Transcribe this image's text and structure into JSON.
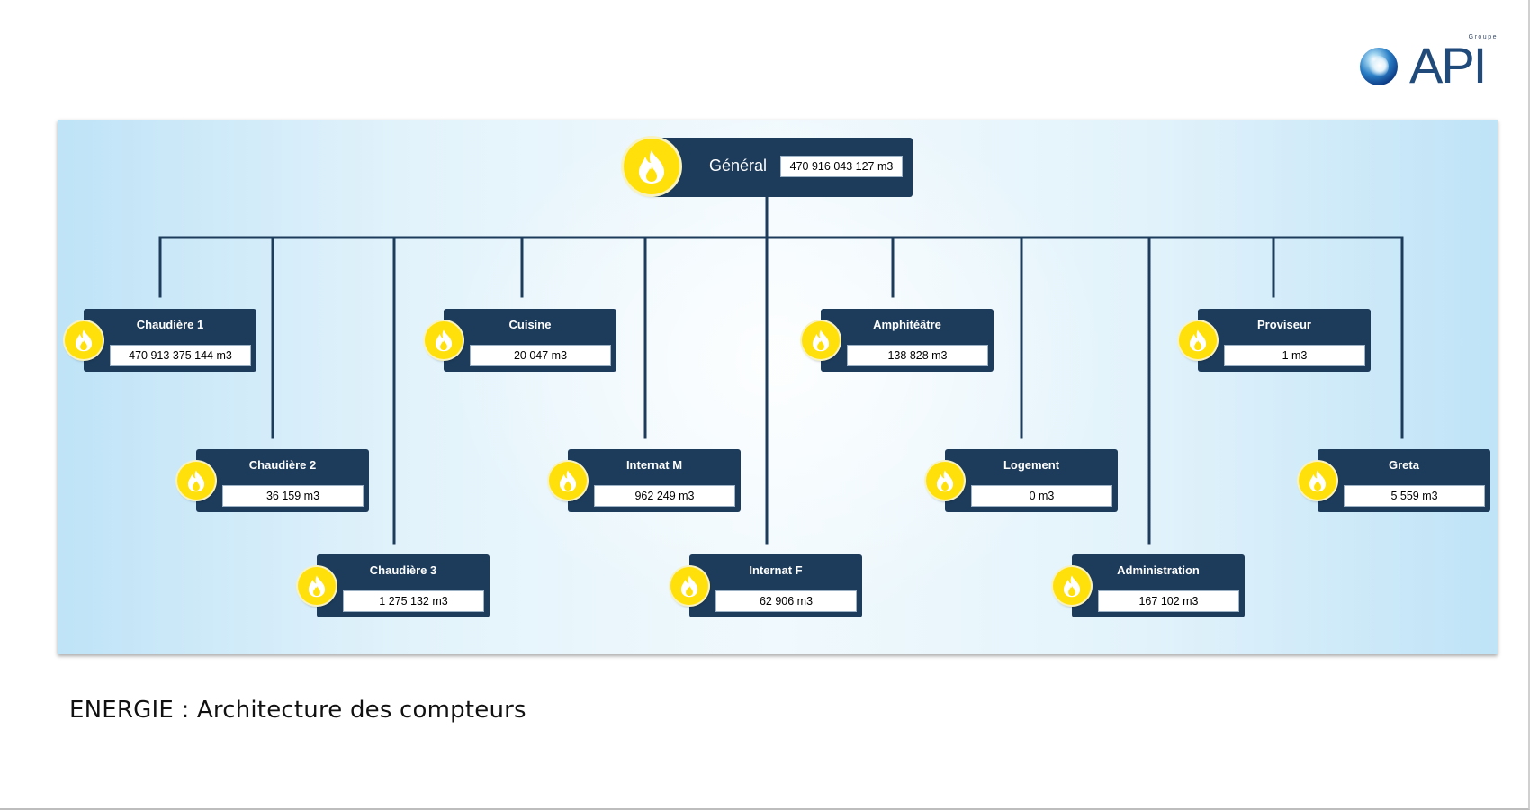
{
  "logo": {
    "small_text": "Groupe",
    "brand": "API"
  },
  "diagram": {
    "root": {
      "label": "Général",
      "value": "470 916 043 127 m3"
    },
    "meters": [
      {
        "label": "Chaudière 1",
        "value": "470 913 375 144 m3"
      },
      {
        "label": "Chaudière 2",
        "value": "36 159 m3"
      },
      {
        "label": "Chaudière 3",
        "value": "1 275 132 m3"
      },
      {
        "label": "Cuisine",
        "value": "20 047 m3"
      },
      {
        "label": "Internat M",
        "value": "962 249 m3"
      },
      {
        "label": "Internat F",
        "value": "62 906 m3"
      },
      {
        "label": "Amphitéâtre",
        "value": "138 828 m3"
      },
      {
        "label": "Logement",
        "value": "0 m3"
      },
      {
        "label": "Administration",
        "value": "167 102 m3"
      },
      {
        "label": "Proviseur",
        "value": "1 m3"
      },
      {
        "label": "Greta",
        "value": "5 559 m3"
      }
    ],
    "colors": {
      "node": "#1d3c5c",
      "icon": "#ffe00b",
      "wire": "#1d3c5c"
    },
    "icon": "flame-icon"
  },
  "caption": "ENERGIE : Architecture des compteurs"
}
